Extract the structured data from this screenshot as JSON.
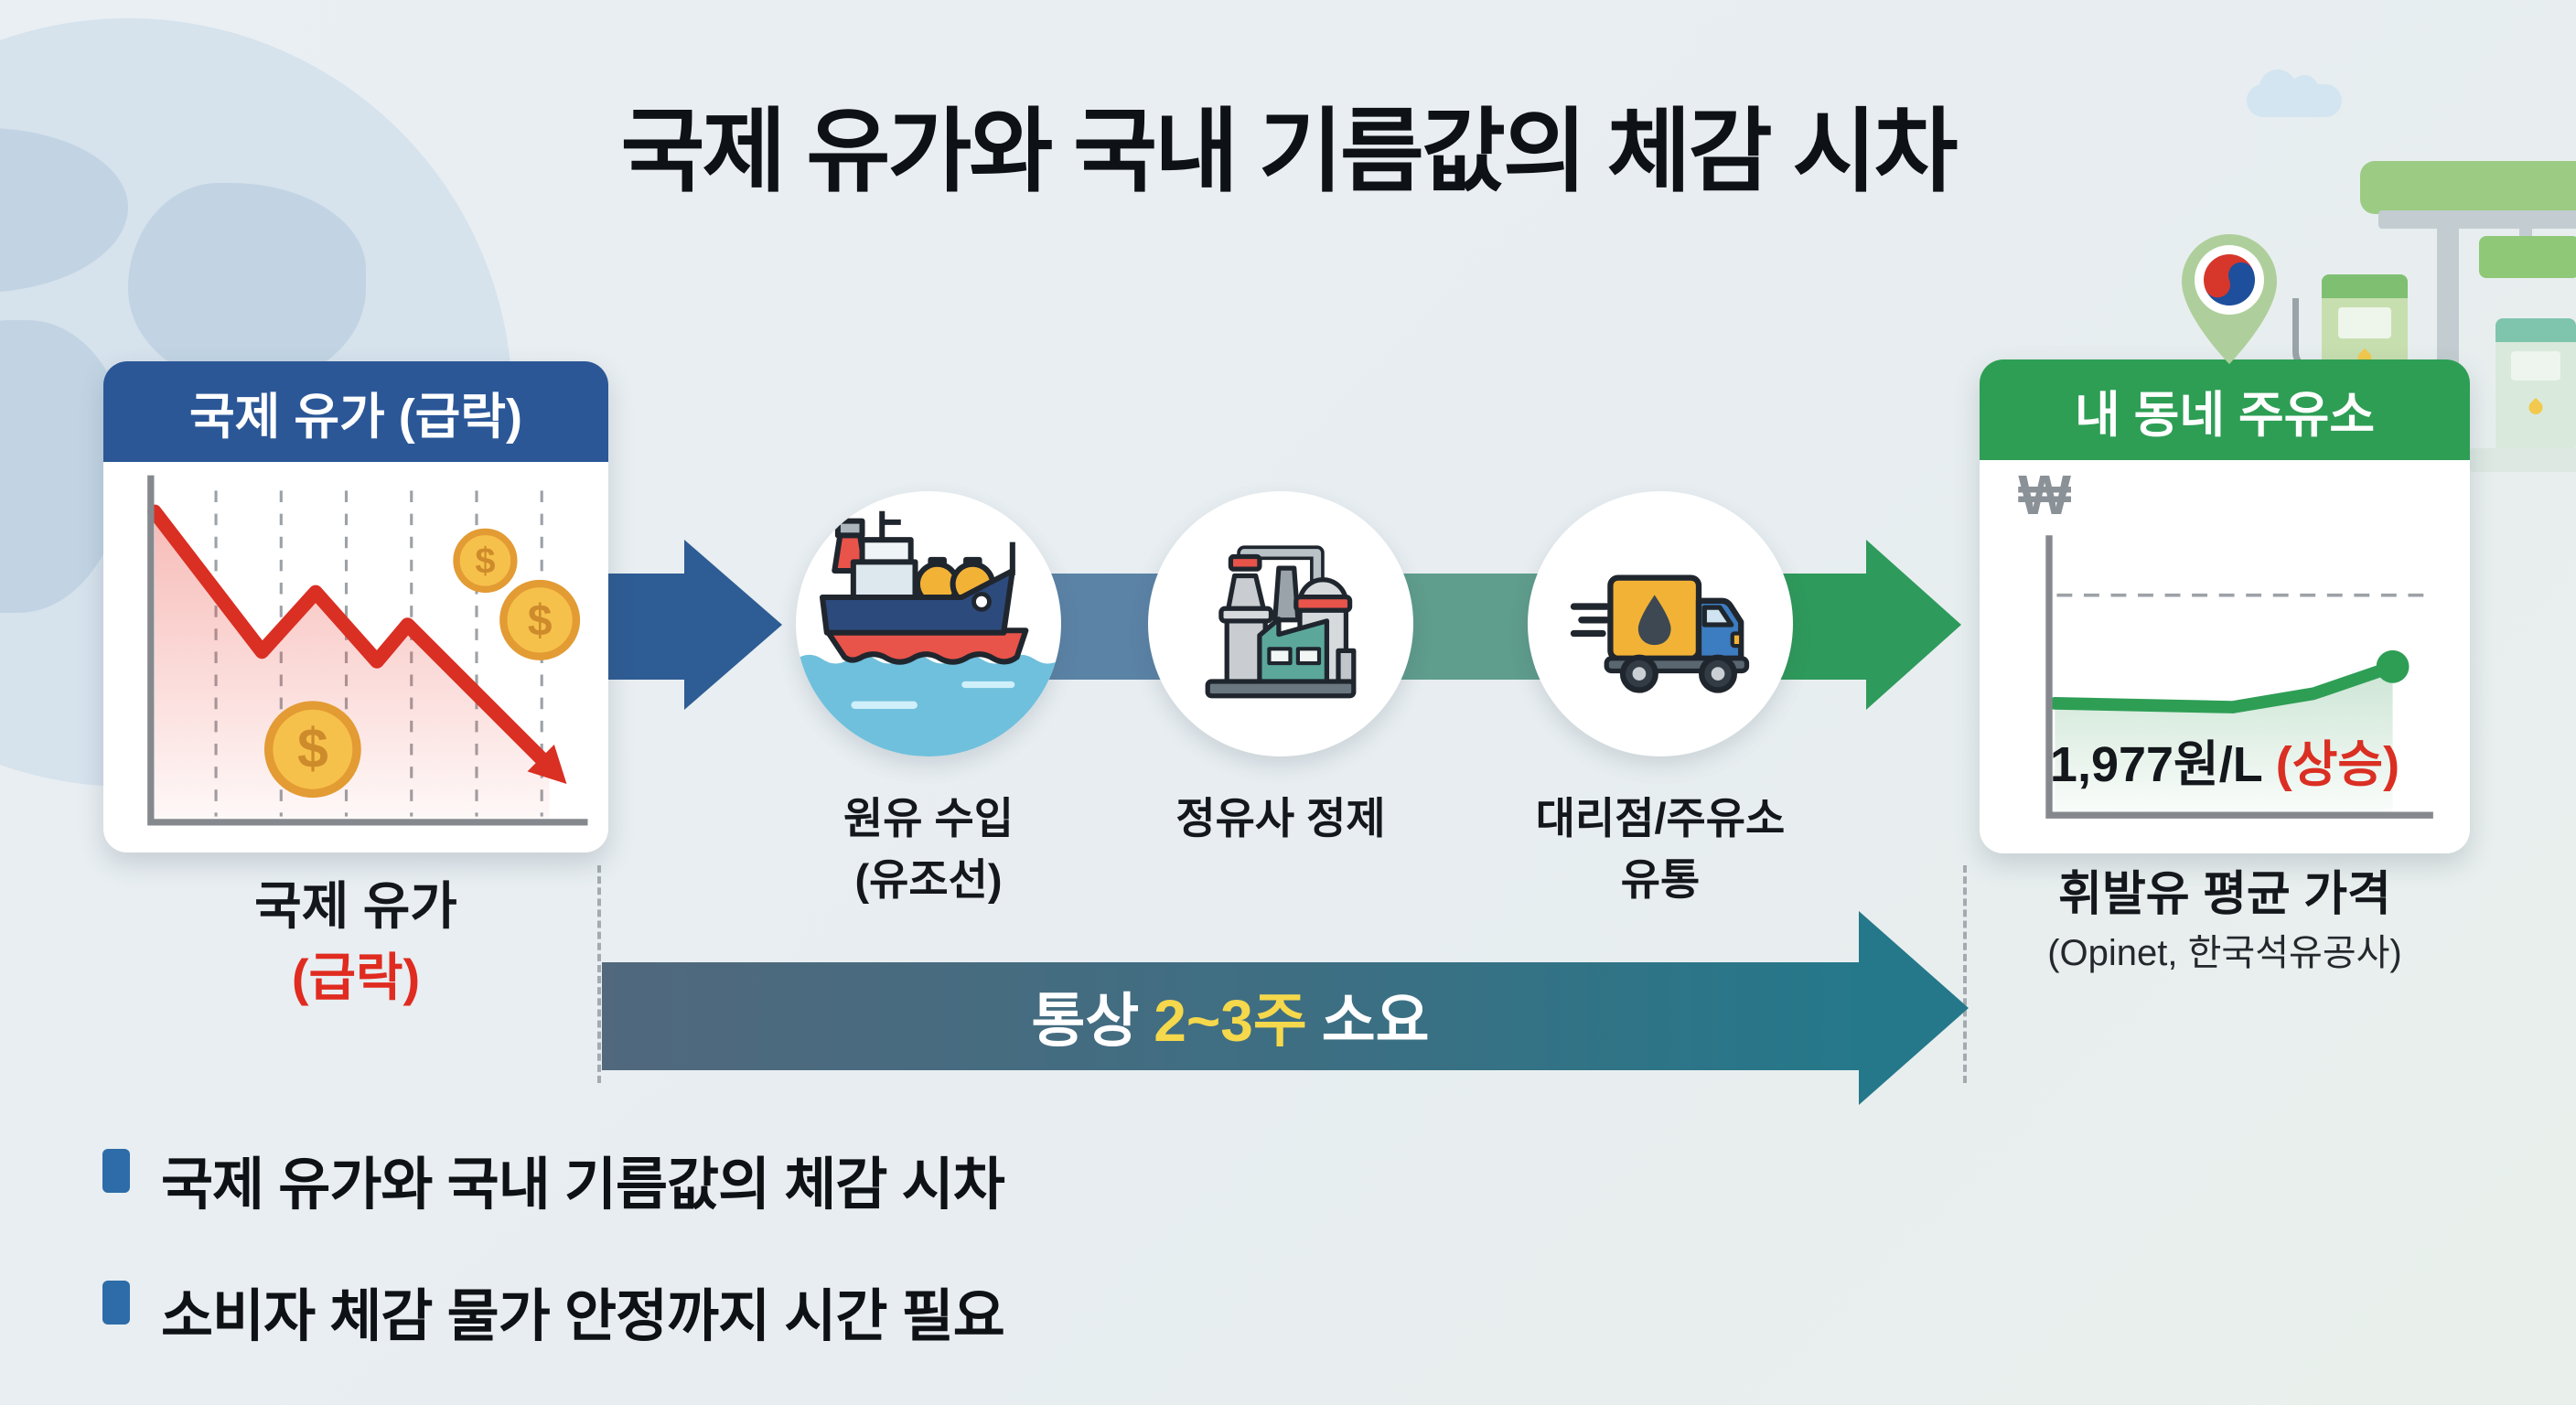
{
  "title": "국제 유가와 국내 기름값의 체감 시차",
  "left_card": {
    "header": "국제 유가 (급락)",
    "caption_line1": "국제 유가",
    "caption_line2": "(급락)",
    "dollar_sign": "$"
  },
  "right_card": {
    "header": "내 동네 주유소",
    "currency_symbol": "₩",
    "price": "1,977원/L",
    "price_status": "(상승)",
    "caption_line1": "휘발유 평균 가격",
    "caption_line2": "(Opinet, 한국석유공사)"
  },
  "flow_steps": [
    {
      "line1": "원유 수입",
      "line2": "(유조선)"
    },
    {
      "line1": "정유사 정제",
      "line2": ""
    },
    {
      "line1": "대리점/주유소",
      "line2": "유통"
    }
  ],
  "timeline": {
    "prefix": "통상",
    "highlight": "2~3주",
    "suffix": "소요"
  },
  "bullets": [
    "국제 유가와 국내 기름값의 체감 시차",
    "소비자 체감 물가 안정까지 시간 필요"
  ],
  "colors": {
    "background": "#e8eef1",
    "blue_header": "#2b5797",
    "green_header": "#2e9e55",
    "red_accent": "#da2f23",
    "yellow_highlight": "#f5d84b",
    "timeline_gradient_start": "#51687d",
    "timeline_gradient_end": "#25788a",
    "band_slate": "#5b83a6",
    "band_teal": "#5f9d8c",
    "arrow_green": "#2e9a5b",
    "arrow_blue": "#2e5c94",
    "bullet_blue": "#2d6ca8",
    "coin_gold": "#f6c14b"
  },
  "chart_data": [
    {
      "type": "line",
      "title": "국제 유가 (급락)",
      "trend": "sharp zigzag decline with red arrow",
      "points_norm": [
        [
          0.0,
          0.87
        ],
        [
          0.27,
          0.51
        ],
        [
          0.41,
          0.66
        ],
        [
          0.56,
          0.48
        ],
        [
          0.64,
          0.58
        ],
        [
          0.97,
          0.16
        ]
      ],
      "style": "red line, pink area fill, dashed vertical gridlines, dollar coins"
    },
    {
      "type": "line",
      "title": "내 동네 주유소 휘발유 평균 가격",
      "trend": "flat then slight rise to endpoint dot",
      "points_norm": [
        [
          0.0,
          0.37
        ],
        [
          0.47,
          0.36
        ],
        [
          0.69,
          0.4
        ],
        [
          0.9,
          0.5
        ]
      ],
      "value_label": "1,977원/L",
      "status_label": "(상승)",
      "grid": "one dashed horizontal reference line"
    }
  ]
}
